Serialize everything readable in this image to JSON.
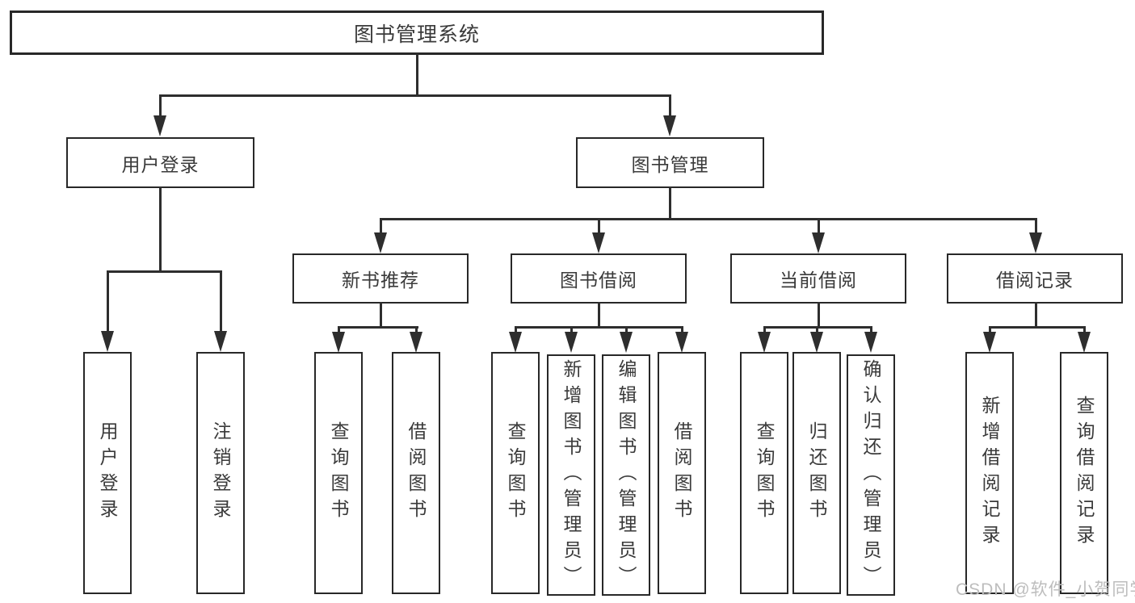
{
  "colors": {
    "background": "#ffffff",
    "line": "#2e2e2e",
    "box_border": "#282828",
    "text": "#3a3a3a",
    "watermark_text": "#bdbdbd"
  },
  "tree": {
    "root": {
      "label": "图书管理系统"
    },
    "level2": [
      {
        "label": "用户登录",
        "leaves": [
          "用户登录",
          "注销登录"
        ]
      },
      {
        "label": "图书管理",
        "children": [
          {
            "label": "新书推荐",
            "leaves": [
              "查询图书",
              "借阅图书"
            ]
          },
          {
            "label": "图书借阅",
            "leaves": [
              "查询图书",
              "新增图书（管理员）",
              "编辑图书（管理员）",
              "借阅图书"
            ]
          },
          {
            "label": "当前借阅",
            "leaves": [
              "查询图书",
              "归还图书",
              "确认归还（管理员）"
            ]
          },
          {
            "label": "借阅记录",
            "leaves": [
              "新增借阅记录",
              "查询借阅记录"
            ]
          }
        ]
      }
    ]
  },
  "watermark": {
    "text": "CSDN @软件_小贺同学"
  }
}
